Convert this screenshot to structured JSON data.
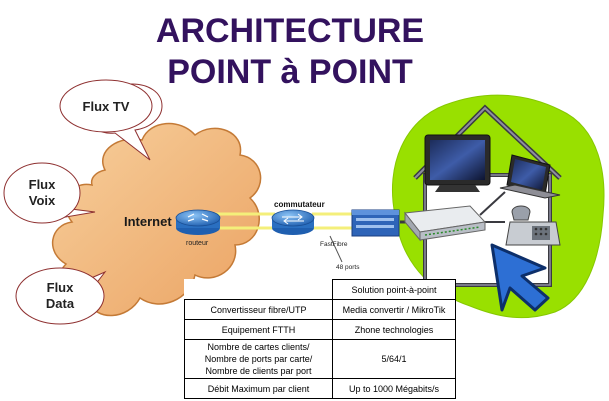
{
  "title": {
    "line1": "ARCHITECTURE",
    "line2": "POINT à POINT"
  },
  "bubbles": {
    "tv": "Flux TV",
    "voix_line1": "Flux",
    "voix_line2": "Voix",
    "data_line1": "Flux",
    "data_line2": "Data"
  },
  "network": {
    "internet": "Internet",
    "routeur": "routeur",
    "commutateur": "commutateur",
    "fastfibre": "FastFibre",
    "ports": "48 ports"
  },
  "table": {
    "header": "Solution point-à-point",
    "rows": [
      {
        "label": "Convertisseur fibre/UTP",
        "value": "Media convertir / MikroTik"
      },
      {
        "label": "Equipement FTTH",
        "value": "Zhone technologies"
      },
      {
        "label_lines": [
          "Nombre de cartes clients/",
          "Nombre de ports par carte/",
          "Nombre de clients par port"
        ],
        "value": "5/64/1"
      },
      {
        "label": "Débit Maximum par client",
        "value": "Up to 1000 Mégabits/s"
      }
    ]
  },
  "colors": {
    "title": "#33125e",
    "cloud": "#f2b779",
    "green_blob": "#99e000",
    "router": "#3a86d0",
    "converter": "#2e64b8",
    "arrow": "#2d6fd4"
  },
  "icons": [
    "tv-icon",
    "laptop-icon",
    "phone-icon",
    "cursor-arrow-icon",
    "router-icon",
    "switch-icon",
    "ont-icon"
  ]
}
